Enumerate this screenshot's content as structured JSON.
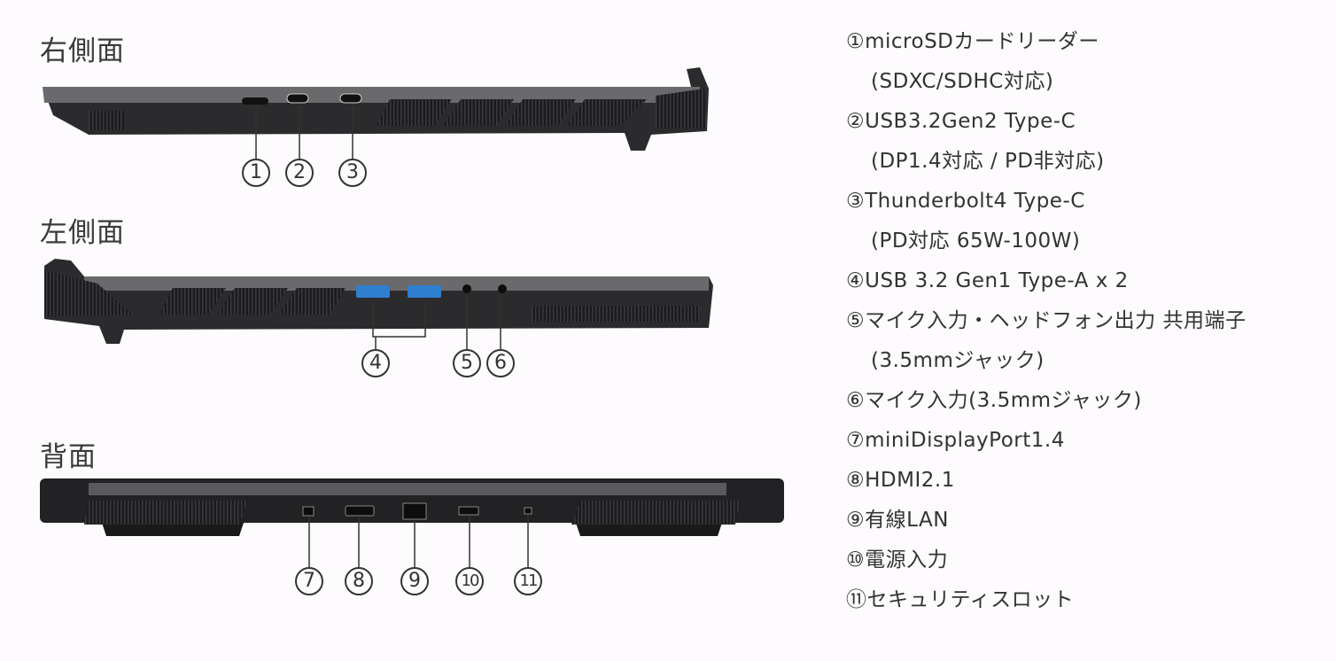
{
  "sections": {
    "right_side": "右側面",
    "left_side": "左側面",
    "back": "背面"
  },
  "callouts": {
    "c1": "1",
    "c2": "2",
    "c3": "3",
    "c4": "4",
    "c5": "5",
    "c6": "6",
    "c7": "7",
    "c8": "8",
    "c9": "9",
    "c10": "10",
    "c11": "11"
  },
  "specs": [
    {
      "text": "①microSDカードリーダー",
      "sub": "(SDXC/SDHC対応)"
    },
    {
      "text": "②USB3.2Gen2 Type-C",
      "sub": "(DP1.4対応 / PD非対応)"
    },
    {
      "text": "③Thunderbolt4 Type-C",
      "sub": "(PD対応 65W-100W)"
    },
    {
      "text": "④USB 3.2 Gen1 Type-A x 2"
    },
    {
      "text": "⑤マイク入力・ヘッドフォン出力 共用端子",
      "sub": "(3.5mmジャック)"
    },
    {
      "text": "⑥マイク入力(3.5mmジャック)"
    },
    {
      "text": "⑦miniDisplayPort1.4"
    },
    {
      "text": "⑧HDMI2.1"
    },
    {
      "text": "⑨有線LAN"
    },
    {
      "text": "⑩電源入力"
    },
    {
      "text": "⑪セキュリティスロット"
    }
  ],
  "colors": {
    "background": "#fdfbfd",
    "chassis": "#2b2b2d",
    "usb_blue": "#2f7fd0"
  }
}
